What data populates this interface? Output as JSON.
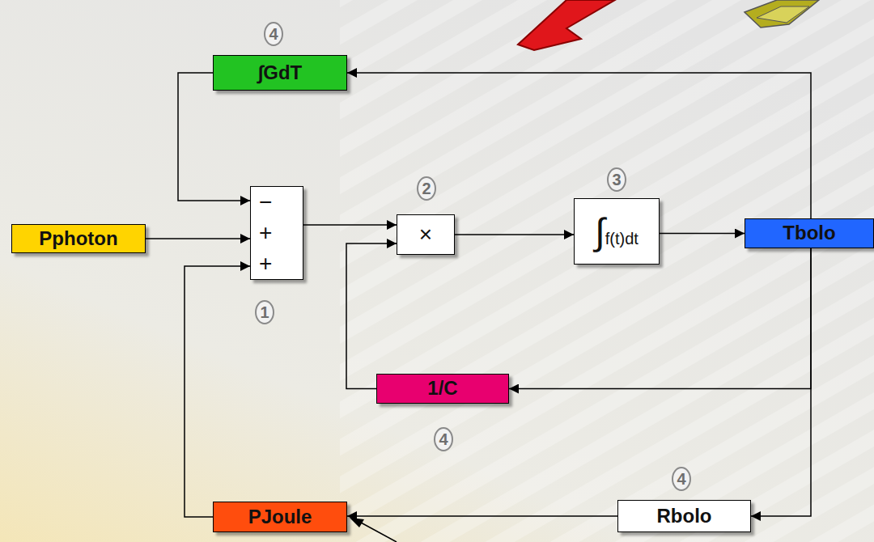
{
  "diagram": {
    "nodes": [
      {
        "text": [
          "∫GdT"
        ]
      },
      {
        "text": [
          "−",
          "+",
          "+"
        ]
      },
      {
        "text": [
          "Pphoton"
        ]
      },
      {
        "text": [
          "×"
        ]
      },
      {
        "text": [
          "∫f(t)dt"
        ]
      },
      {
        "text": [
          "Tbolo"
        ]
      },
      {
        "text": [
          "1/C"
        ]
      },
      {
        "text": [
          "PJoule"
        ]
      },
      {
        "text": [
          "Rbolo"
        ]
      }
    ],
    "edges": [
      {
        "from": 2,
        "to": 1,
        "arrow": "to"
      },
      {
        "from": 0,
        "to": 1,
        "arrow": "to"
      },
      {
        "from": 7,
        "to": 1,
        "arrow": "to"
      },
      {
        "from": 1,
        "to": 3,
        "arrow": "to"
      },
      {
        "from": 6,
        "to": 3,
        "arrow": "to"
      },
      {
        "from": 3,
        "to": 4,
        "arrow": "to"
      },
      {
        "from": 4,
        "to": 5,
        "arrow": "to"
      },
      {
        "from": 5,
        "to": 0,
        "arrow": "to"
      },
      {
        "from": 5,
        "to": 6,
        "arrow": "to"
      },
      {
        "from": 5,
        "to": 8,
        "arrow": "to"
      },
      {
        "from": 8,
        "to": 7,
        "arrow": "to"
      }
    ],
    "labels": [
      "4",
      "2",
      "3",
      "1",
      "4",
      "4"
    ]
  }
}
